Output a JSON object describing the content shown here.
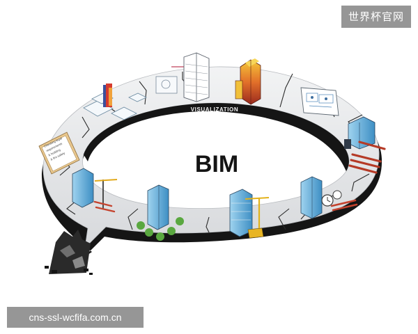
{
  "diagram": {
    "title": "BIM",
    "ring_label": "VISUALIZATION",
    "checklist_lines": [
      "Checking legal",
      "requirements",
      "& building",
      "& fire safety"
    ]
  },
  "watermarks": {
    "top_right": "世界杯官网",
    "bottom_left": "cns-ssl-wcfifa.com.cn"
  },
  "colors": {
    "ring_top": "#e6e7e9",
    "ring_edge": "#141414",
    "accent_orange": "#e0762a",
    "accent_blue": "#4e8fc7",
    "accent_green": "#5aa840",
    "accent_red": "#c8412c"
  }
}
